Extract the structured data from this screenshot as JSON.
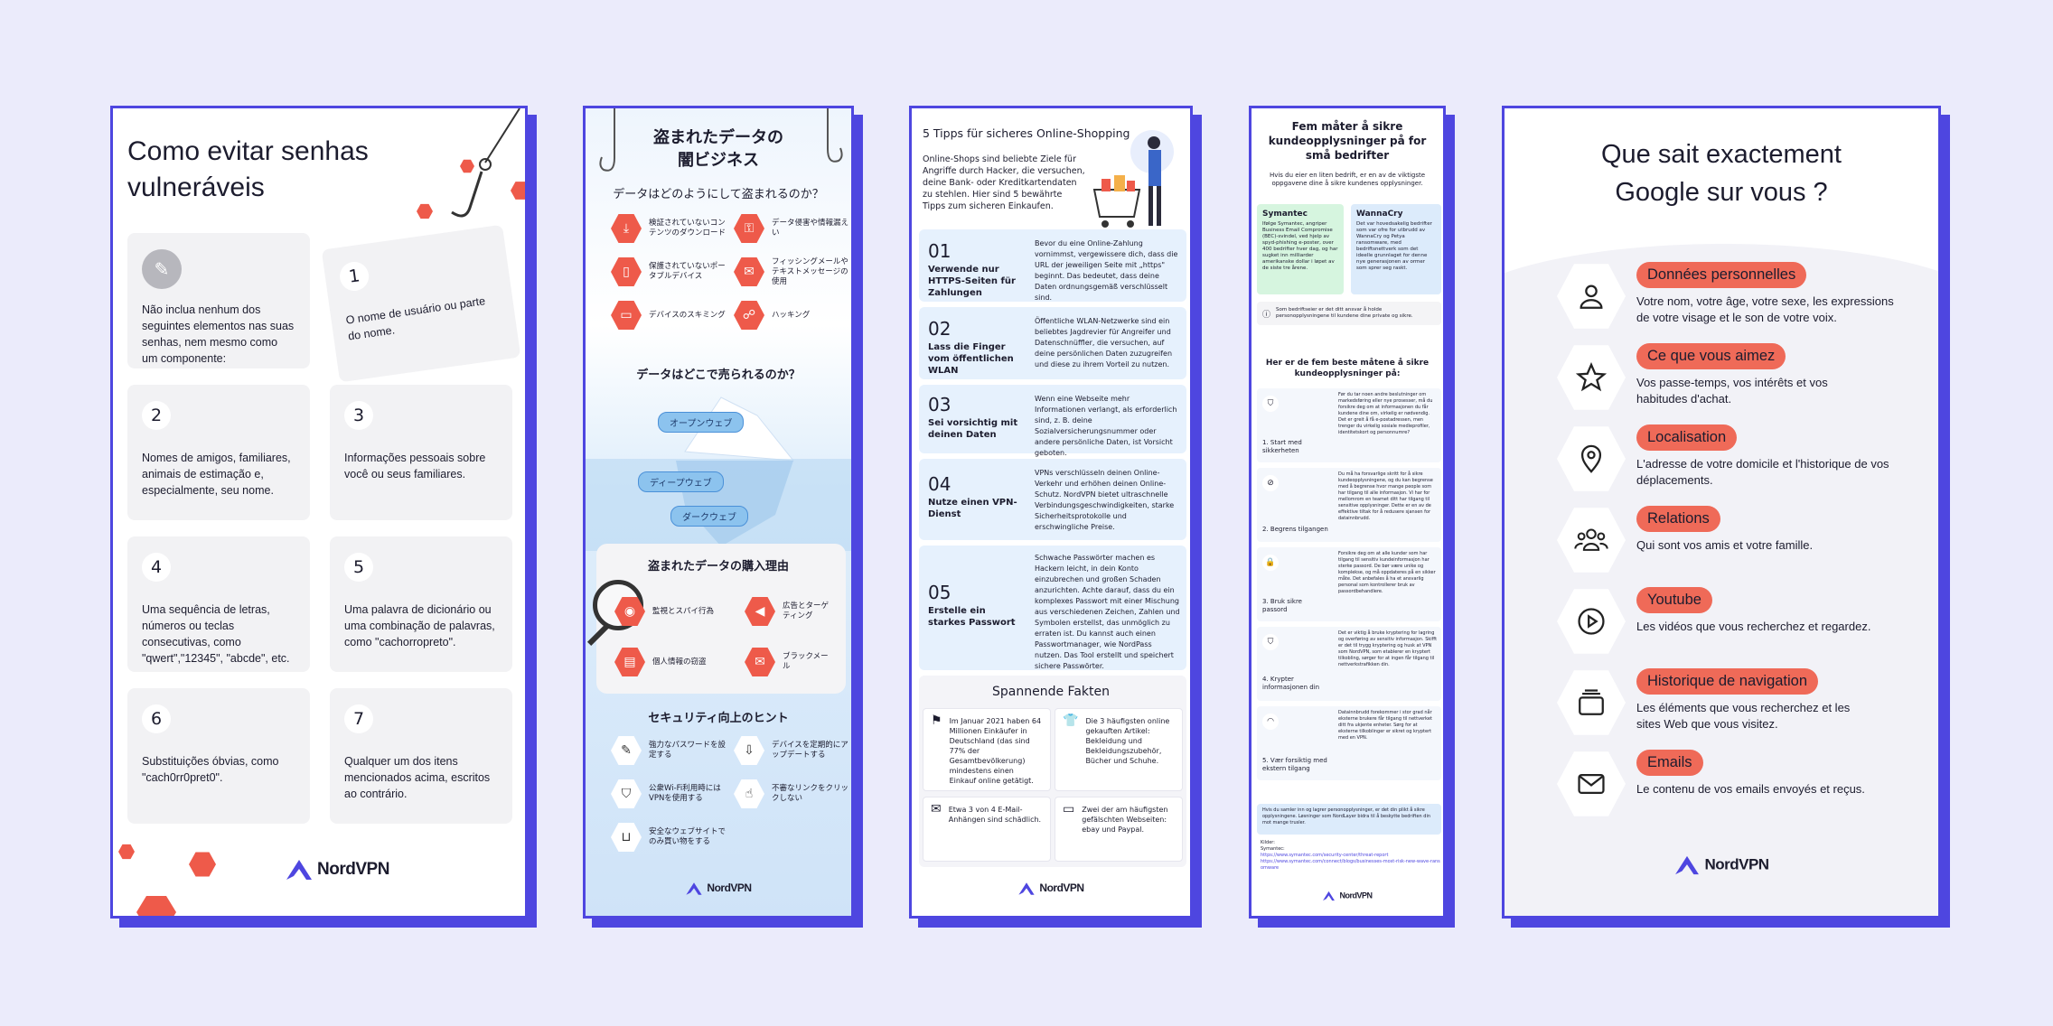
{
  "card1": {
    "title": "Como evitar senhas vulneráveis",
    "intro": "Não inclua nenhum dos seguintes elementos nas suas senhas, nem mesmo como um componente:",
    "tips": [
      {
        "num": "1",
        "text": "O nome de usuário ou parte do nome."
      },
      {
        "num": "2",
        "text": "Nomes de amigos, familiares, animais de estimação e, especialmente, seu nome."
      },
      {
        "num": "3",
        "text": "Informações pessoais sobre você ou seus familiares."
      },
      {
        "num": "4",
        "text": "Uma sequência de letras, números ou teclas consecutivas, como \"qwert\",\"12345\", \"abcde\", etc."
      },
      {
        "num": "5",
        "text": "Uma palavra de dicionário ou uma combinação de palavras, como \"cachorropreto\"."
      },
      {
        "num": "6",
        "text": "Substituições óbvias, como \"cach0rr0pret0\"."
      },
      {
        "num": "7",
        "text": "Qualquer um dos itens mencionados acima, escritos ao contrário."
      }
    ],
    "brand": "NordVPN"
  },
  "card2": {
    "title": "盗まれたデータの\n闇ビジネス",
    "q1": "データはどのようにして盗まれるのか？",
    "methods": [
      "検証されていないコンテンツのダウンロード",
      "データ侵害や情報漏えい",
      "保護されていないポータブルデバイス",
      "フィッシングメールやテキストメッセージの使用",
      "デバイスのスキミング",
      "ハッキング"
    ],
    "q2": "データはどこで売られるのか？",
    "webs": [
      "オープンウェブ",
      "ディープウェブ",
      "ダークウェブ"
    ],
    "q3": "盗まれたデータの購入理由",
    "reasons": [
      "監視とスパイ行為",
      "広告とターゲティング",
      "個人情報の窃盗",
      "ブラックメール"
    ],
    "q4": "セキュリティ向上のヒント",
    "hints": [
      "強力なパスワードを設定する",
      "デバイスを定期的にアップデートする",
      "公衆Wi-Fi利用時にはVPNを使用する",
      "不審なリンクをクリックしない",
      "安全なウェブサイトでのみ買い物をする"
    ],
    "brand": "NordVPN"
  },
  "card3": {
    "title": "5 Tipps für sicheres Online-Shopping",
    "intro": "Online-Shops sind beliebte Ziele für Angriffe durch Hacker, die versuchen, deine Bank- oder Kreditkartendaten zu stehlen. Hier sind 5 bewährte Tipps zum sicheren Einkaufen.",
    "tips": [
      {
        "num": "01",
        "title": "Verwende nur HTTPS-Seiten für Zahlungen",
        "text": "Bevor du eine Online-Zahlung vornimmst, vergewissere dich, dass die URL der jeweiligen Seite mit „https\" beginnt. Das bedeutet, dass deine Daten ordnungsgemäß verschlüsselt sind."
      },
      {
        "num": "02",
        "title": "Lass die Finger vom öffentlichen WLAN",
        "text": "Öffentliche WLAN-Netzwerke sind ein beliebtes Jagdrevier für Angreifer und Datenschnüffler, die versuchen, auf deine persönlichen Daten zuzugreifen und diese zu ihrem Vorteil zu nutzen."
      },
      {
        "num": "03",
        "title": "Sei vorsichtig mit deinen Daten",
        "text": "Wenn eine Webseite mehr Informationen verlangt, als erforderlich sind, z. B. deine Sozialversicherungsnummer oder andere persönliche Daten, ist Vorsicht geboten."
      },
      {
        "num": "04",
        "title": "Nutze einen VPN-Dienst",
        "text": "VPNs verschlüsseln deinen Online-Verkehr und erhöhen deinen Online-Schutz. NordVPN bietet ultraschnelle Verbindungsgeschwindigkeiten, starke Sicherheitsprotokolle und erschwingliche Preise."
      },
      {
        "num": "05",
        "title": "Erstelle ein starkes Passwort",
        "text": "Schwache Passwörter machen es Hackern leicht, in dein Konto einzubrechen und großen Schaden anzurichten. Achte darauf, dass du ein komplexes Passwort mit einer Mischung aus verschiedenen Zeichen, Zahlen und Symbolen erstellst, das unmöglich zu erraten ist. Du kannst auch einen Passwortmanager, wie NordPass nutzen. Das Tool erstellt und speichert sichere Passwörter."
      }
    ],
    "facts_title": "Spannende Fakten",
    "facts": [
      "Im Januar 2021 haben 64 Millionen Einkäufer in Deutschland (das sind 77% der Gesamtbevölkerung) mindestens einen Einkauf online getätigt.",
      "Die 3 häufigsten online gekauften Artikel: Bekleidung und Bekleidungszubehör, Bücher und Schuhe.",
      "Etwa 3 von 4 E-Mail-Anhängen sind schädlich.",
      "Zwei der am häufigsten gefälschten Webseiten: ebay und Paypal."
    ],
    "brand": "NordVPN"
  },
  "card4": {
    "title": "Fem måter å sikre kundeopplysninger på for små bedrifter",
    "intro": "Hvis du eier en liten bedrift, er en av de viktigste oppgavene dine å sikre kundenes opplysninger.",
    "box1_brand": "Symantec",
    "box1_text": "Ifølge Symantec, angriper Business Email Compromise (BEC)-svindel, ved hjelp av spyd-phishing e-poster, over 400 bedrifter hver dag, og har sugket inn milliarder amerikanske dollar i løpet av de siste tre årene.",
    "box2_brand": "WannaCry",
    "box2_text": "Det var hovedsakelig bedrifter som var ofre for utbrudd av WannaCry og Petya ransomware, med bedriftsnettverk som det ideelle grunnlaget for denne nye generasjonen av ormer som sprer seg raskt.",
    "note": "Som bedriftseier er det ditt ansvar å holde personopplysningene til kundene dine private og sikre.",
    "sub": "Her er de fem beste måtene å sikre kundeopplysninger på:",
    "ways": [
      {
        "title": "1. Start med sikkerheten",
        "text": "Før du tar noen andre beslutninger om markedsføring eller nye prosesser, må du forsikre deg om at informasjonen du får kundene dine om, virkelig er nødvendig. Det er greit å få e-postadressen, men trenger du virkelig sosiale medieprofiler, identitetskort og personnumre?"
      },
      {
        "title": "2. Begrens tilgangen",
        "text": "Du må ha forsvarlige skritt for å sikre kundeopplysningene, og du kan begrense med å begrense hvor mange people som har tilgang til alle informasjon. Vi har for mellomrom en teamet ditt har tilgang til sensitive opplysninger. Dette er en av de effektive tiltak for å redusere sjansen for datainnbrudd."
      },
      {
        "title": "3. Bruk sikre passord",
        "text": "Forsikre deg om at alle kunder som har tilgang til sensitiv kundeinformasjon har sterke passord. De bør være unike og komplekse, og må oppdateres på en sikker måte. Det anbefales å ha et ansvarlig personal som kontrollerer bruk av passordbehandlere."
      },
      {
        "title": "4. Krypter informasjonen din",
        "text": "Det er viktig å bruke kryptering for lagring og overføring av sensitiv informasjon. Skifft er det til trygg kryptering og husk at VPN som NordVPN, som etablerer en kryptert tilkobling, sørger for at ingen får tilgang til nettverkstrafikken din."
      },
      {
        "title": "5. Vær forsiktig med ekstern tilgang",
        "text": "Datainnbrudd forekommer i stor grad når eksterne brukere får tilgang til nettverket ditt fra ukjente enheter. Sørg for at eksterne tilkoblinger er sikret og kryptert med en VPN."
      }
    ],
    "footer_note": "Hvis du samler inn og lagrer personopplysninger, er det din plikt å sikre opplysningene. Løsninger som NordLayer bidra til å beskytte bedriften din mot mange trusler.",
    "sources_label": "Kilder:",
    "sources_name": "Symantec:",
    "source_links": "https://www.symantec.com/security-center/threat-report\nhttps://www.symantec.com/connect/blogs/businesses-most-risk-new-wave-ransomware",
    "brand": "NordVPN"
  },
  "card5": {
    "title": "Que sait exactement\nGoogle sur vous ?",
    "items": [
      {
        "icon": "person-icon",
        "tag": "Données personnelles",
        "text": "Votre nom, votre âge, votre sexe, les expressions de votre visage et le son de votre voix."
      },
      {
        "icon": "star-icon",
        "tag": "Ce que vous aimez",
        "text": "Vos passe-temps, vos intérêts et vos habitudes d'achat."
      },
      {
        "icon": "location-pin-icon",
        "tag": "Localisation",
        "text": "L'adresse de votre domicile et l'historique de vos déplacements."
      },
      {
        "icon": "people-icon",
        "tag": "Relations",
        "text": "Qui sont vos amis et votre famille."
      },
      {
        "icon": "play-icon",
        "tag": "Youtube",
        "text": "Les vidéos que vous recherchez et regardez."
      },
      {
        "icon": "stack-icon",
        "tag": "Historique de navigation",
        "text": "Les éléments que vous recherchez et les sites Web que vous visitez."
      },
      {
        "icon": "mail-icon",
        "tag": "Emails",
        "text": "Le contenu de vos emails envoyés et reçus."
      }
    ],
    "brand": "NordVPN"
  },
  "colors": {
    "accent": "#4e46e0",
    "coral": "#ee5a4a",
    "tag": "#ef6a58",
    "background": "#ebebfb"
  }
}
